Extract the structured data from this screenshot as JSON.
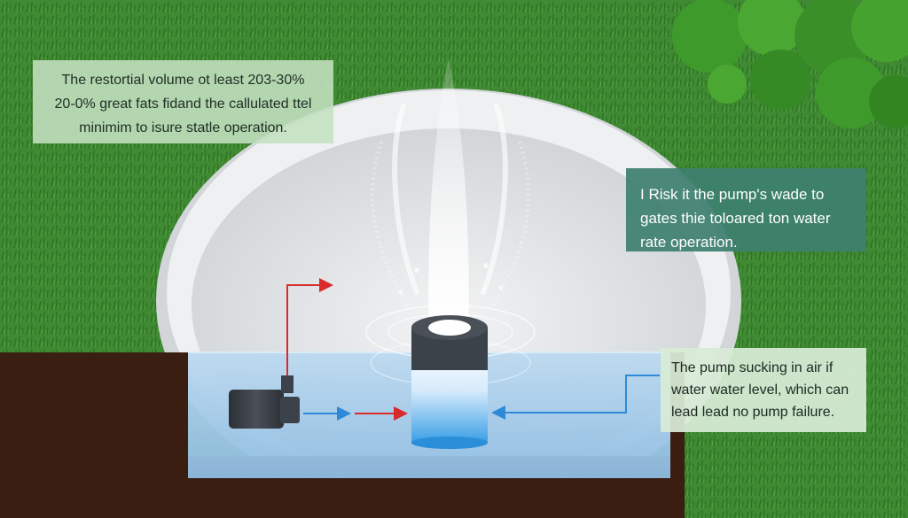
{
  "callouts": {
    "reservoir": {
      "lines": [
        "The restortial volume ot least 203-30%",
        "20-0% great fats fidand the callulated ttel",
        "minimim to isure statle operation."
      ]
    },
    "flow_rate": {
      "lines": [
        "I Risk it the pump's wade to",
        "gates thie toloared ton water",
        "rate operation."
      ]
    },
    "air_warning": {
      "lines": [
        "The pump sucking in air if",
        "water water level, which can",
        "lead lead no pump failure."
      ]
    }
  },
  "colors": {
    "lawn": "#3f8a32",
    "basin": "#e4e6e8",
    "water": "#a9cdea",
    "soil": "#3a1e12",
    "arrow_red": "#d92b2b",
    "arrow_blue": "#2e8ad8",
    "pump_body": "#3c424a",
    "callout_teal": "#3e8070"
  },
  "icons": [
    "pump-icon",
    "fountain-nozzle-icon",
    "water-jet-icon",
    "shrub-icon"
  ]
}
